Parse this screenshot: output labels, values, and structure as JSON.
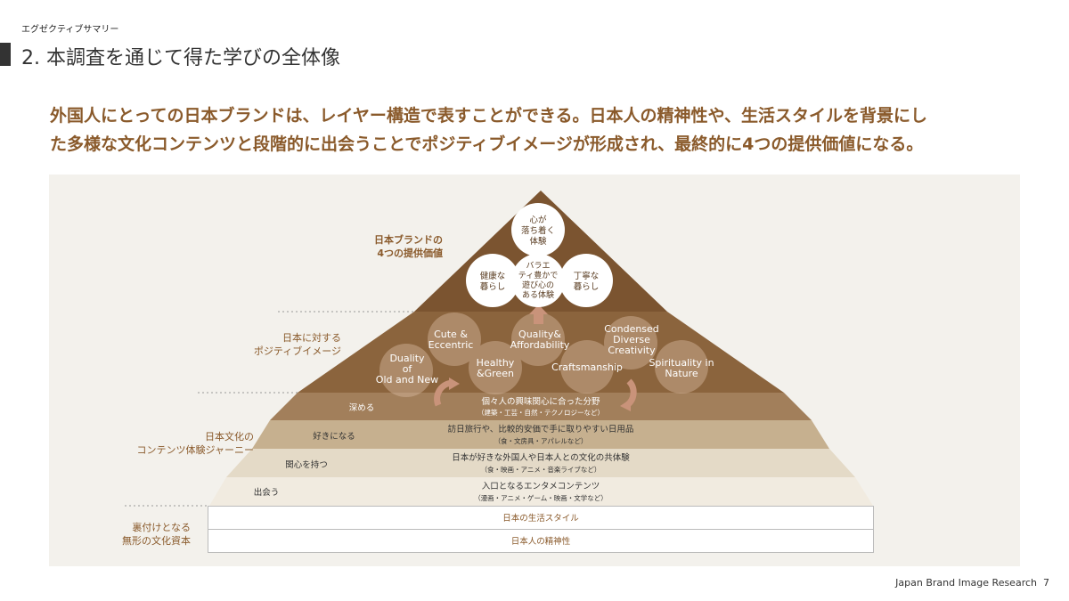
{
  "header": {
    "section": "エグゼクティブサマリー",
    "title": "2. 本調査を通じて得た学びの全体像"
  },
  "headline": [
    "外国人にとっての日本ブランドは、レイヤー構造で表すことができる。日本人の精神性や、生活スタイルを背景にし",
    "た多様な文化コンテンツと段階的に出会うことでポジティブイメージが形成され、最終的に4つの提供価値になる。"
  ],
  "side_labels": {
    "values": [
      "日本ブランドの",
      "4つの提供価値"
    ],
    "image": [
      "日本に対する",
      "ポジティブイメージ"
    ],
    "journey": [
      "日本文化の",
      "コンテンツ体験ジャーニー"
    ],
    "assets": [
      "裏付けとなる",
      "無形の文化資本"
    ]
  },
  "values": [
    [
      "心が",
      "落ち着く",
      "体験"
    ],
    [
      "健康な",
      "暮らし"
    ],
    [
      "バラエ",
      "ティ豊かで",
      "遊び心の",
      "ある体験"
    ],
    [
      "丁寧な",
      "暮らし"
    ]
  ],
  "images": [
    [
      "Cute &",
      "Eccentric"
    ],
    [
      "Quality&",
      "Affordability"
    ],
    [
      "Condensed",
      "Diverse",
      "Creativity"
    ],
    [
      "Duality",
      "of",
      "Old and New"
    ],
    [
      "Healthy",
      "&Green"
    ],
    [
      "Craftsmanship"
    ],
    [
      "Spirituality in",
      "Nature"
    ]
  ],
  "journey": [
    {
      "stage": "深める",
      "title": "個々人の興味関心に合った分野",
      "sub": "（建築・工芸・自然・テクノロジーなど）"
    },
    {
      "stage": "好きになる",
      "title": "訪日旅行や、比較的安価で手に取りやすい日用品",
      "sub": "（食・文房具・アパレルなど）"
    },
    {
      "stage": "関心を持つ",
      "title": "日本が好きな外国人や日本人との文化の共体験",
      "sub": "（食・映画・アニメ・音楽ライブなど）"
    },
    {
      "stage": "出会う",
      "title": "入口となるエンタメコンテンツ",
      "sub": "（漫画・アニメ・ゲーム・映画・文学など）"
    }
  ],
  "assets": [
    "日本の生活スタイル",
    "日本人の精神性"
  ],
  "footer": {
    "brand": "Japan Brand Image Research",
    "page": "7"
  }
}
